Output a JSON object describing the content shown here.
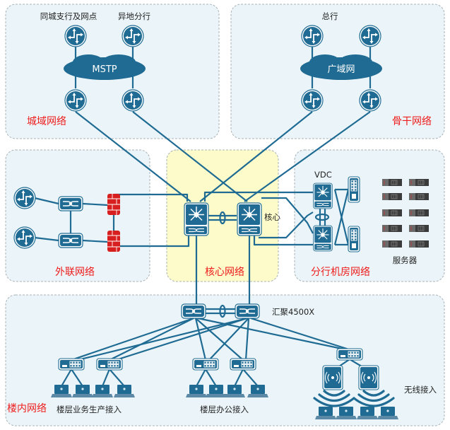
{
  "colors": {
    "device": "#1f6b93",
    "link": "#1f6b93",
    "zone_fill": "#ebf5f9",
    "core_zone_fill": "#fcfbc9",
    "zone_title": "#ee1c1c",
    "firewall": "#d81f1f",
    "server": "#3c3c3c"
  },
  "zones": {
    "metro": {
      "title": "城域网络",
      "site_labels": [
        "同城支行及网点",
        "异地分行"
      ],
      "cloud": "MSTP"
    },
    "backbone": {
      "title": "骨干网络",
      "site_label": "总行",
      "cloud": "广域网"
    },
    "extranet": {
      "title": "外联网络"
    },
    "core": {
      "title": "核心网络",
      "device_label": "核心"
    },
    "branch_dc": {
      "title": "分行机房网络",
      "vdc_label": "VDC",
      "servers_label": "服务器"
    },
    "building": {
      "title": "楼内网络",
      "aggregation_label": "汇聚4500X",
      "production_access_label": "楼层业务生产接入",
      "office_access_label": "楼层办公接入",
      "wireless_access_label": "无线接入"
    }
  }
}
